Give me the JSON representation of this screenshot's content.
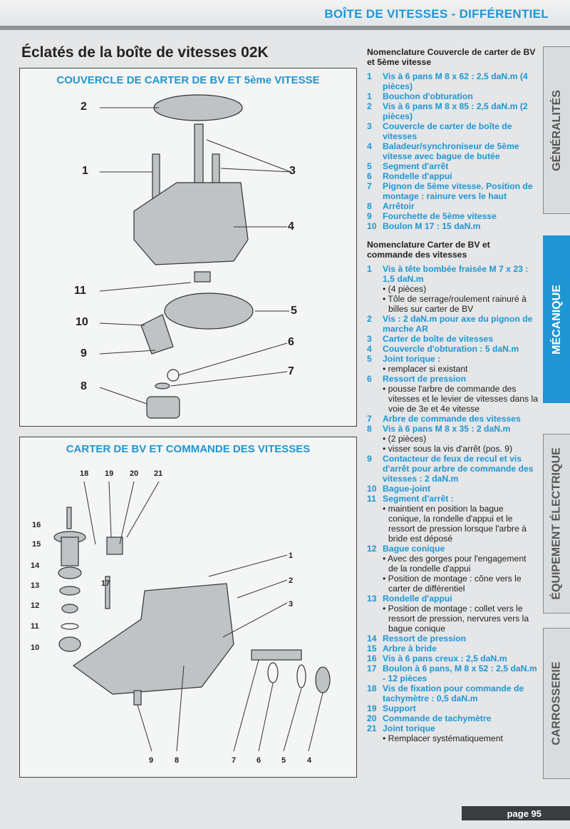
{
  "header": {
    "section": "BOÎTE DE VITESSES - DIFFÉRENTIEL"
  },
  "page_title": "Éclatés de la boîte de vitesses 02K",
  "panel_top": {
    "title": "COUVERCLE DE CARTER DE BV ET 5ème VITESSE",
    "callouts": [
      "2",
      "1",
      "3",
      "4",
      "11",
      "5",
      "10",
      "9",
      "6",
      "7",
      "8"
    ]
  },
  "panel_bottom": {
    "title": "CARTER DE BV ET COMMANDE DES VITESSES",
    "callouts": [
      "18",
      "19",
      "20",
      "21",
      "16",
      "15",
      "14",
      "13",
      "12",
      "11",
      "10",
      "17",
      "1",
      "2",
      "3",
      "9",
      "8",
      "7",
      "6",
      "5",
      "4"
    ]
  },
  "nomenclature1": {
    "heading": "Nomenclature Couvercle de carter de BV et 5ème vitesse",
    "items": [
      {
        "n": "1",
        "t": "Vis à 6 pans M 8 x 62 : 2,5 daN.m (4 pièces)"
      },
      {
        "n": "1",
        "t": "Bouchon d'obturation"
      },
      {
        "n": "2",
        "t": "Vis à 6 pans M 8 x 85 : 2,5 daN.m (2 pièces)"
      },
      {
        "n": "3",
        "t": "Couvercle de carter de boîte de vitesses"
      },
      {
        "n": "4",
        "t": "Baladeur/synchroniseur de 5ème vitesse avec bague de butée"
      },
      {
        "n": "5",
        "t": "Segment d'arrêt"
      },
      {
        "n": "6",
        "t": "Rondelle d'appui"
      },
      {
        "n": "7",
        "t": "Pignon de 5ème vitesse. Position de montage : rainure vers le haut"
      },
      {
        "n": "8",
        "t": "Arrêtoir"
      },
      {
        "n": "9",
        "t": "Fourchette de 5ème vitesse"
      },
      {
        "n": "10",
        "t": "Boulon M 17 : 15 daN.m"
      }
    ]
  },
  "nomenclature2": {
    "heading": "Nomenclature Carter de BV et commande des vitesses",
    "items": [
      {
        "n": "1",
        "t": "Vis à tête bombée fraisée M 7 x 23 : 1,5 daN.m",
        "sub": [
          "• (4 pièces)",
          "• Tôle de serrage/roulement rainuré à billes sur carter de BV"
        ]
      },
      {
        "n": "2",
        "t": "Vis : 2 daN.m pour axe du pignon de marche AR"
      },
      {
        "n": "3",
        "t": "Carter de boîte de vitesses"
      },
      {
        "n": "4",
        "t": "Couvercle d'obturation : 5 daN.m"
      },
      {
        "n": "5",
        "t": "Joint torique :",
        "sub": [
          "• remplacer si existant"
        ]
      },
      {
        "n": "6",
        "t": "Ressort de pression",
        "sub": [
          "• pousse l'arbre de commande des vitesses et le levier de vitesses dans la voie de 3e et 4e vitesse"
        ]
      },
      {
        "n": "7",
        "t": "Arbre de commande des vitesses"
      },
      {
        "n": "8",
        "t": "Vis à 6 pans M 8 x 35 : 2 daN.m",
        "sub": [
          "• (2 pièces)",
          "• visser sous la vis d'arrêt (pos. 9)"
        ]
      },
      {
        "n": "9",
        "t": "Contacteur de feux de recul et vis d'arrêt pour arbre de commande des vitesses : 2 daN.m"
      },
      {
        "n": "10",
        "t": "Bague-joint"
      },
      {
        "n": "11",
        "t": "Segment d'arrêt :",
        "sub": [
          "• maintient en position la bague conique, la rondelle d'appui et le ressort de pression lorsque l'arbre à bride est déposé"
        ]
      },
      {
        "n": "12",
        "t": "Bague conique",
        "sub": [
          "• Avec des gorges pour l'engagement de la rondelle d'appui",
          "• Position de montage : cône vers le carter de différentiel"
        ]
      },
      {
        "n": "13",
        "t": "Rondelle d'appui",
        "sub": [
          "• Position de montage : collet vers le ressort de pression, nervures vers la bague conique"
        ]
      },
      {
        "n": "14",
        "t": "Ressort de pression"
      },
      {
        "n": "15",
        "t": "Arbre à bride"
      },
      {
        "n": "16",
        "t": "Vis à 6 pans creux : 2,5 daN.m"
      },
      {
        "n": "17",
        "t": "Boulon à 6 pans, M 8 x 52 : 2,5 daN.m - 12 pièces"
      },
      {
        "n": "18",
        "t": "Vis de fixation pour commande de tachymètre : 0,5 daN.m"
      },
      {
        "n": "19",
        "t": "Support"
      },
      {
        "n": "20",
        "t": "Commande de tachymètre"
      },
      {
        "n": "21",
        "t": "Joint torique",
        "sub": [
          "• Remplacer systématiquement"
        ]
      }
    ]
  },
  "tabs": [
    {
      "label": "GÉNÉRALITÉS",
      "active": false
    },
    {
      "label": "MÉCANIQUE",
      "active": true
    },
    {
      "label": "ÉQUIPEMENT ÉLECTRIQUE",
      "active": false
    },
    {
      "label": "CARROSSERIE",
      "active": false
    }
  ],
  "footer": {
    "page": "page 95"
  },
  "colors": {
    "accent": "#1f96d3",
    "footer": "#3a3d40"
  }
}
